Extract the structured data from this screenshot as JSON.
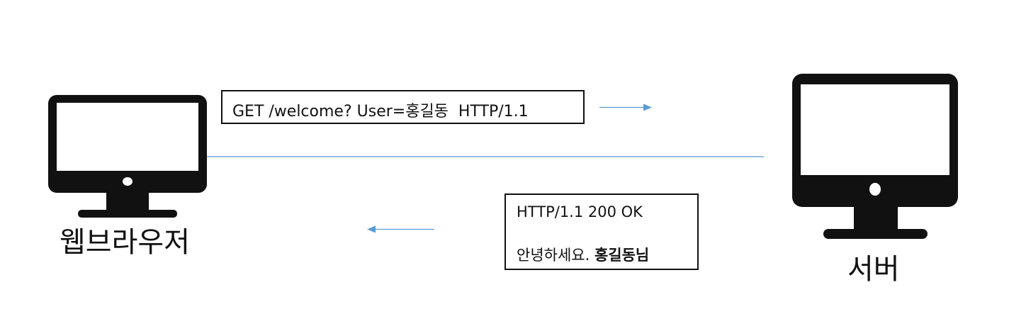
{
  "client": {
    "label": "웹브라우저",
    "icon": "monitor-icon"
  },
  "server": {
    "label": "서버",
    "icon": "monitor-icon"
  },
  "request": {
    "text": "GET /welcome? User=홍길동  HTTP/1.1"
  },
  "response": {
    "status_line": "HTTP/1.1 200 OK",
    "body_prefix": "안녕하세요. ",
    "body_name": "홍길동님"
  },
  "colors": {
    "connector": "#5b9bd5",
    "monitor": "#111111"
  }
}
